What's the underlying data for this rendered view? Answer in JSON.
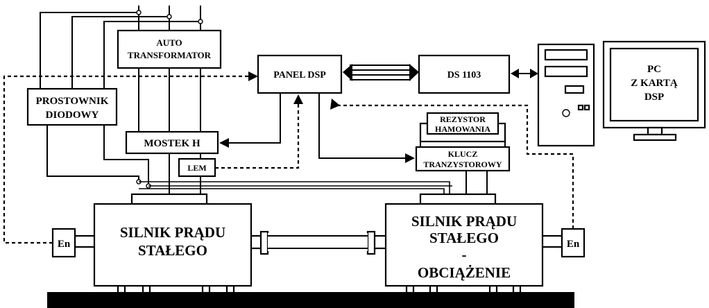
{
  "diagram": {
    "blocks": {
      "prostownik": [
        "PROSTOWNIK",
        "DIODOWY"
      ],
      "autotransformator": [
        "AUTO",
        "TRANSFORMATOR"
      ],
      "panel_dsp": "PANEL DSP",
      "ds1103": "DS 1103",
      "pc": [
        "PC",
        "Z KARTĄ",
        "DSP"
      ],
      "mostek": "MOSTEK H",
      "lem": "LEM",
      "rezystor": [
        "REZYSTOR",
        "HAMOWANIA"
      ],
      "klucz": [
        "KLUCZ",
        "TRANZYSTOROWY"
      ],
      "motor_left": [
        "SILNIK PRĄDU",
        "STAŁEGO"
      ],
      "motor_right": [
        "SILNIK PRĄDU",
        "STAŁEGO",
        "-",
        "OBCIĄŻENIE"
      ],
      "encoder_left": "En",
      "encoder_right": "En"
    }
  }
}
